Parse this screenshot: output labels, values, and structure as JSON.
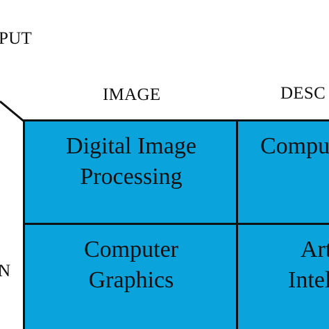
{
  "labels": {
    "input_axis": "PUT",
    "column_image": "IMAGE",
    "column_description": "DESC",
    "row_partial": "N"
  },
  "cells": [
    {
      "lines": [
        "Digital Image",
        "Processing"
      ]
    },
    {
      "lines": [
        "Compu"
      ]
    },
    {
      "lines": [
        "Computer",
        "Graphics"
      ]
    },
    {
      "lines": [
        "Art",
        "Intel"
      ]
    }
  ],
  "colors": {
    "cell_fill": "#0aa3db",
    "border": "#111111",
    "background": "#ffffff"
  }
}
